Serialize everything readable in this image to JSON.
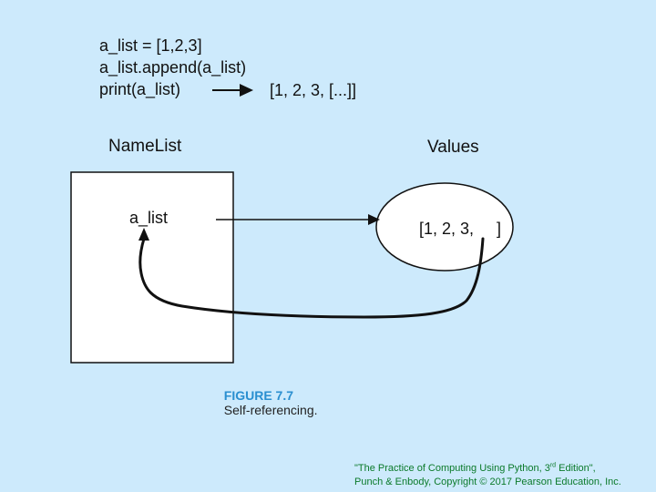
{
  "colors": {
    "background": "#cdeafc",
    "caption_number": "#2a8fd0",
    "credit_text": "#0b7a2a",
    "stroke": "#111111",
    "box_fill": "#ffffff"
  },
  "code": {
    "line1": "a_list = [1,2,3]",
    "line2": "a_list.append(a_list)",
    "line3": "print(a_list)",
    "output": "[1, 2, 3, [...]]"
  },
  "diagram": {
    "namelist_label": "NameList",
    "values_label": "Values",
    "name_entry": "a_list",
    "value_prefix": "[1, 2, 3,",
    "value_suffix": "]"
  },
  "caption": {
    "number": "FIGURE 7.7",
    "text": "Self-referencing."
  },
  "credit": {
    "line1_a": "\"The Practice of Computing Using Python, 3",
    "line1_sup": "rd",
    "line1_b": " Edition\",",
    "line2": "Punch & Enbody, Copyright © 2017 Pearson Education, Inc."
  }
}
